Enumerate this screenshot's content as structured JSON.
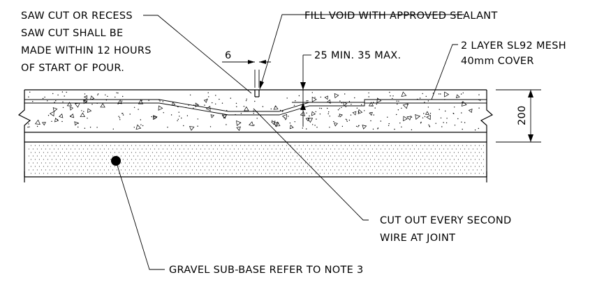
{
  "notes": {
    "saw_cut_1": "SAW CUT OR RECESS",
    "saw_cut_2": "SAW CUT SHALL BE",
    "saw_cut_3": "MADE WITHIN 12 HOURS",
    "saw_cut_4": "OF START OF POUR.",
    "fill_void": "FILL VOID WITH APPROVED SEALANT",
    "mesh_1": "2 LAYER SL92 MESH",
    "mesh_2": "40mm COVER",
    "recess_depth": "25 MIN. 35 MAX.",
    "cut_out_1": "CUT OUT EVERY SECOND",
    "cut_out_2": "WIRE AT JOINT",
    "gravel": "GRAVEL SUB-BASE REFER TO NOTE 3"
  },
  "dimensions": {
    "cut_width": "6",
    "slab_thickness": "200"
  }
}
